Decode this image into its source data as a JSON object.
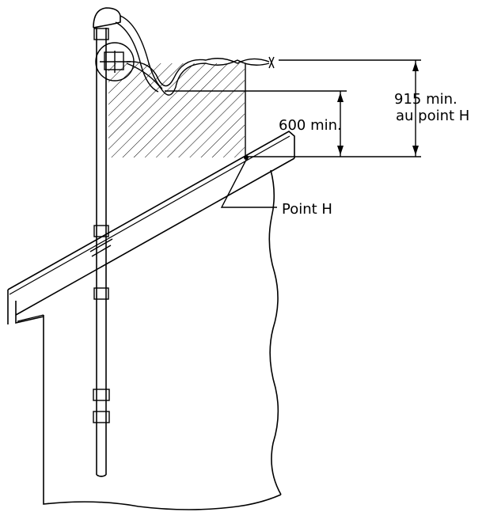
{
  "labels": {
    "dim_915_line1": "915 min.",
    "dim_915_line2": "au point H",
    "dim_600": "600 min.",
    "point_h": "Point H"
  },
  "colors": {
    "ink": "#000000",
    "background": "#ffffff"
  }
}
